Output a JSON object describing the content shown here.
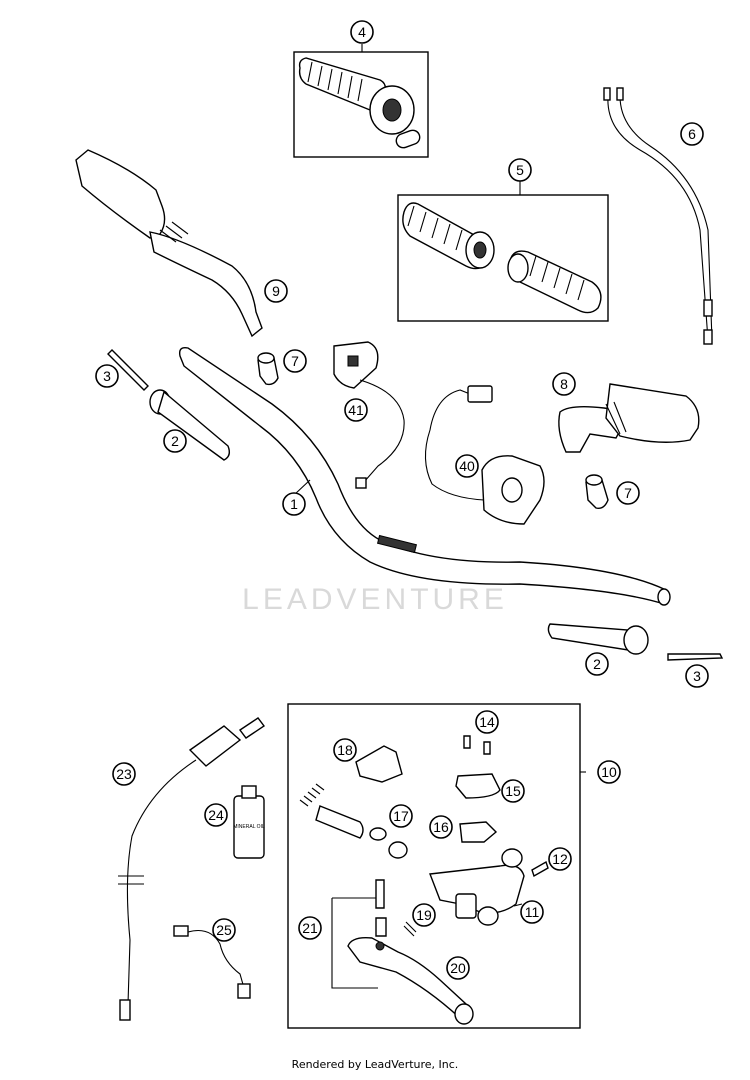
{
  "watermark": "LEADVENTURE",
  "footer": "Rendered by LeadVerture, Inc.",
  "callouts": {
    "c1": "1",
    "c2a": "2",
    "c2b": "2",
    "c3a": "3",
    "c3b": "3",
    "c4": "4",
    "c5": "5",
    "c6": "6",
    "c7a": "7",
    "c7b": "7",
    "c8": "8",
    "c9": "9",
    "c10": "10",
    "c11": "11",
    "c12": "12",
    "c14": "14",
    "c15": "15",
    "c16": "16",
    "c17": "17",
    "c18": "18",
    "c19": "19",
    "c20": "20",
    "c21": "21",
    "c23": "23",
    "c24": "24",
    "c25": "25",
    "c40": "40",
    "c41": "41"
  },
  "oil_bottle_label": "MINERAL OIL"
}
